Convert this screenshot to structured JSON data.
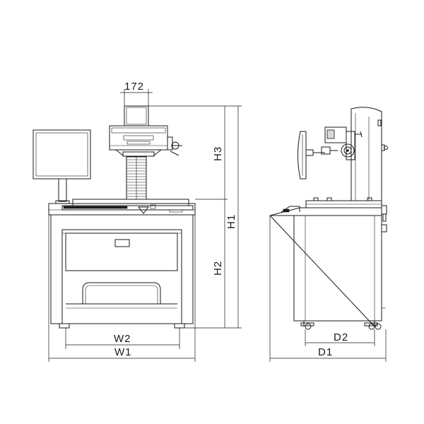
{
  "dimensions": {
    "top_width": "172",
    "h3": "H3",
    "h1": "H1",
    "h2": "H2",
    "w2": "W2",
    "w1": "W1",
    "d2": "D2",
    "d1": "D1"
  },
  "views": {
    "front": "front-view",
    "side": "side-view"
  }
}
